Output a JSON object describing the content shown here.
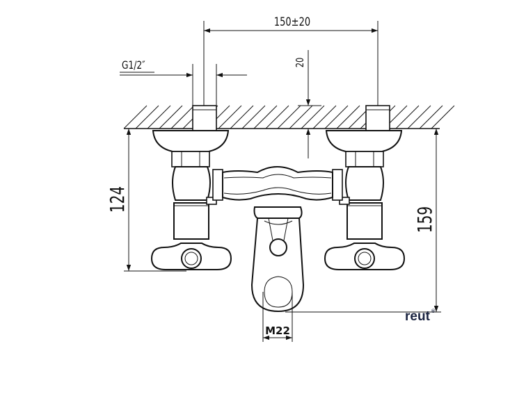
{
  "dimensions": {
    "spacing": "150±20",
    "thread": "G1/2″",
    "adjust": "20",
    "height_left": "124",
    "height_right": "159",
    "outlet_thread": "M22"
  },
  "brand": {
    "name": "reut",
    "mark": "®"
  }
}
